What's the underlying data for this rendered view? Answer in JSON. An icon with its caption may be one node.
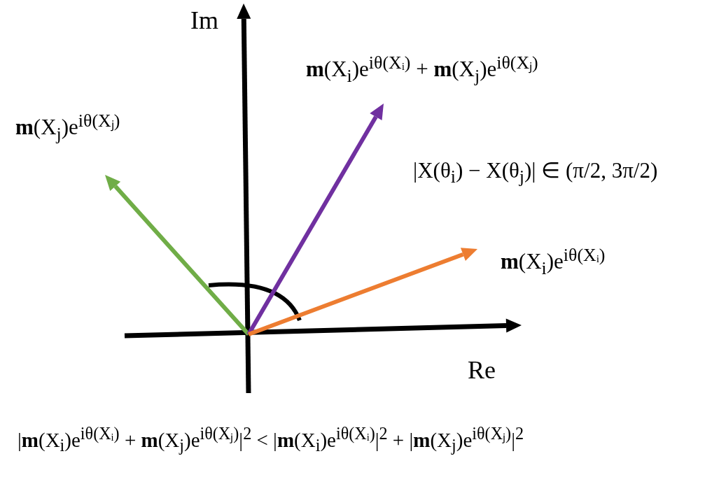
{
  "diagram": {
    "labels": [
      "Im",
      "**m**(X$_{j}$)e$^{iθ(Xⱼ)}$",
      "**m**(X$_{i}$)e$^{iθ(Xᵢ)}$ + **m**(X$_{j}$)e$^{iθ(Xⱼ)}$",
      "|X(θ$_{i}$) − X(θ$_{j}$)| ∈ (π/2, 3π/2)",
      "**m**(X$_{i}$)e$^{iθ(Xᵢ)}$",
      "Re",
      "|**m**(X$_{i}$)e$^{iθ(Xᵢ)}$ + **m**(X$_{j}$)e$^{iθ(Xⱼ)}$|$^{2}$ < |**m**(X$_{i}$)e$^{iθ(Xᵢ)}$|$^{2}$ + |**m**(X$_{j}$)e$^{iθ(Xⱼ)}$|$^{2}$"
    ]
  }
}
